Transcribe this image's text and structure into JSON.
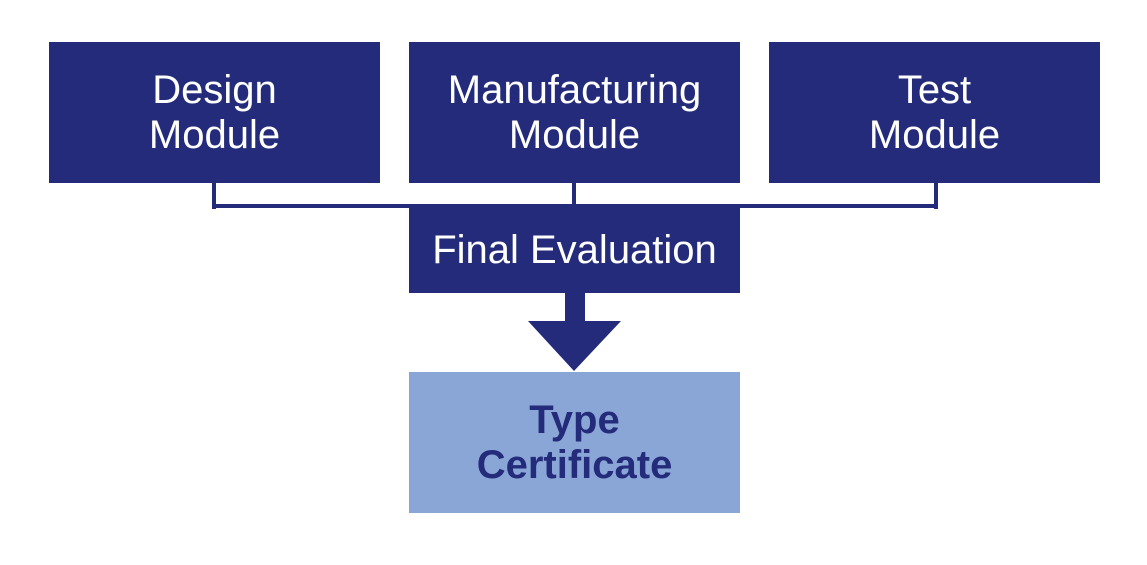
{
  "colors": {
    "dark_blue": "#232b7a",
    "light_blue": "#8aa6d7",
    "background": "#ffffff",
    "text_light": "#ffffff"
  },
  "modules": [
    {
      "line1": "Design",
      "line2": "Module"
    },
    {
      "line1": "Manufacturing",
      "line2": "Module"
    },
    {
      "line1": "Test",
      "line2": "Module"
    }
  ],
  "final_evaluation": {
    "label": "Final Evaluation"
  },
  "type_certificate": {
    "line1": "Type",
    "line2": "Certificate"
  }
}
